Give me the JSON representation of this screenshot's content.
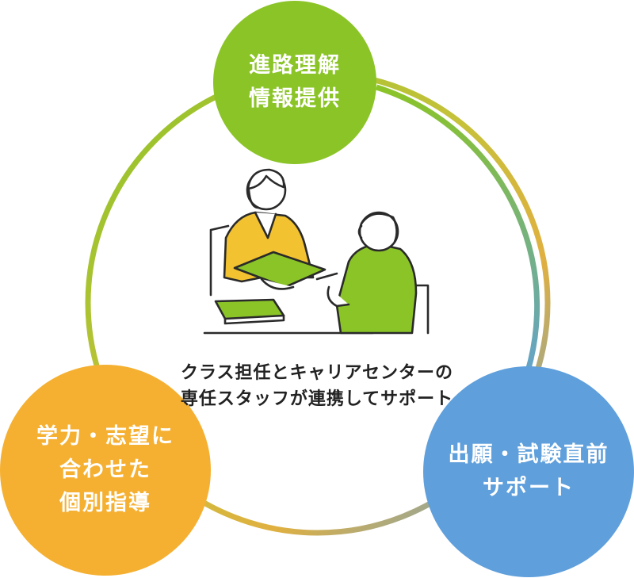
{
  "diagram": {
    "nodes": {
      "top": {
        "lines": [
          "進路理解",
          "情報提供"
        ],
        "color": "#8bc427"
      },
      "left": {
        "lines": [
          "学力・志望に",
          "合わせた",
          "個別指導"
        ],
        "color": "#f5b031"
      },
      "right": {
        "lines": [
          "出願・試験直前",
          "サポート"
        ],
        "color": "#5f9fdb"
      }
    },
    "center": {
      "line1": "クラス担任とキャリアセンターの",
      "line2": "専任スタッフが連携してサポート"
    },
    "illustration": "counseling-illustration",
    "ring_colors": [
      "#8bc427",
      "#f5b031",
      "#5f9fdb"
    ]
  }
}
